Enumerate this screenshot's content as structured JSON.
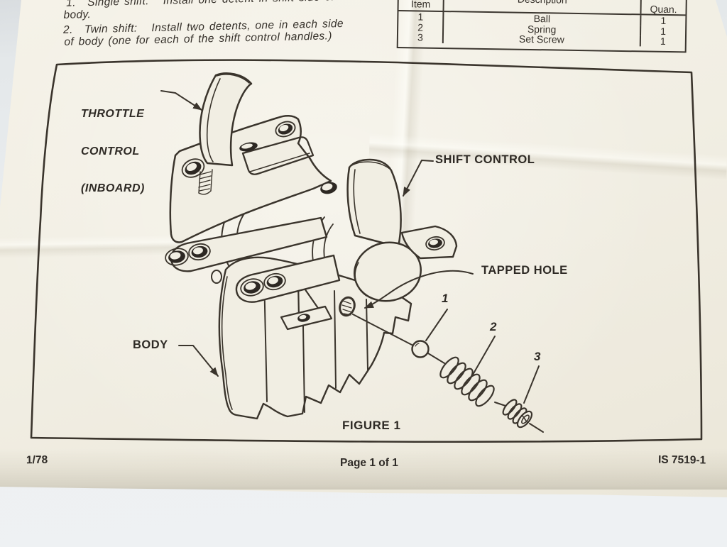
{
  "page": {
    "instructions": {
      "steps": [
        {
          "num": "1.",
          "line1": "Single shift:   Install one detent in shift side of",
          "line2": "body."
        },
        {
          "num": "2.",
          "line1": "Twin shift:   Install two detents, one in each side",
          "line2": "of body (one for each of the shift control handles.)"
        }
      ]
    },
    "parts_table": {
      "headers": {
        "item": "Item",
        "description": "Description",
        "quan": "Quan."
      },
      "rows": [
        {
          "item": "1",
          "description": "Ball",
          "quan": "1"
        },
        {
          "item": "2",
          "description": "Spring",
          "quan": "1"
        },
        {
          "item": "3",
          "description": "Set Screw",
          "quan": "1"
        }
      ]
    },
    "figure": {
      "caption": "FIGURE 1",
      "labels": {
        "throttle_line1": "THROTTLE",
        "throttle_line2": "CONTROL",
        "throttle_line3": "(INBOARD)",
        "shift": "SHIFT CONTROL",
        "tapped_hole": "TAPPED HOLE",
        "body": "BODY"
      },
      "callouts": [
        "1",
        "2",
        "3"
      ]
    },
    "footer": {
      "date_code": "1/78",
      "page_label": "Page 1 of 1",
      "document_number": "IS 7519-1"
    }
  },
  "colors": {
    "paper": "#f1eee3",
    "ink": "#3a342c",
    "hole_fill": "#2d2823",
    "surface": "#edf0f2"
  }
}
